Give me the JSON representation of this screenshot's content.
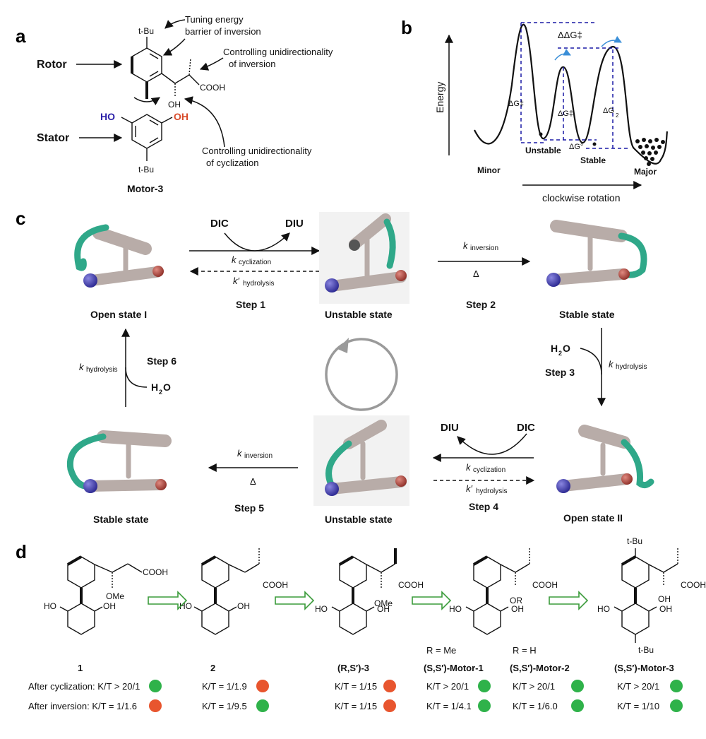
{
  "panel_a": {
    "letter": "a",
    "rotor_label": "Rotor",
    "stator_label": "Stator",
    "compound_label": "Motor-3",
    "annotation_tuning_line1": "Tuning energy",
    "annotation_tuning_line2": "barrier of inversion",
    "annotation_inversion_line1": "Controlling unidirectionality",
    "annotation_inversion_line2": "of inversion",
    "annotation_cyclization_line1": "Controlling unidirectionality",
    "annotation_cyclization_line2": "of cyclization",
    "tbu": "t-Bu",
    "cooh": "COOH",
    "oh": "OH",
    "ho": "HO",
    "ho_color": "#2a1fa8",
    "oh_color": "#d84a2a"
  },
  "panel_b": {
    "letter": "b",
    "y_axis": "Energy",
    "x_axis": "clockwise rotation",
    "minor": "Minor",
    "unstable": "Unstable",
    "stable": "Stable",
    "major": "Major",
    "ddg": "ΔΔG‡",
    "dg1": "ΔG‡",
    "dg2": "ΔG‡",
    "dg3": "ΔG",
    "dg0": "ΔG°",
    "sub2": "2",
    "dash_color": "#1a1aa6",
    "curved_arrow_color": "#3b8fd8"
  },
  "panel_c": {
    "letter": "c",
    "states": {
      "open1": "Open state I",
      "unstable_top": "Unstable state",
      "stable_top": "Stable state",
      "open2": "Open state II",
      "unstable_bottom": "Unstable state",
      "stable_bottom": "Stable state"
    },
    "steps": {
      "s1": "Step 1",
      "s2": "Step 2",
      "s3": "Step 3",
      "s4": "Step 4",
      "s5": "Step 5",
      "s6": "Step 6"
    },
    "dic": "DIC",
    "diu": "DIU",
    "k": "k",
    "k_prime": "k′",
    "cyclization": "cyclization",
    "hydrolysis": "hydrolysis",
    "inversion": "inversion",
    "delta": "Δ",
    "h2o_h": "H",
    "h2o_2": "2",
    "h2o_o": "O",
    "tether_color": "#2fa889",
    "rod_color": "#b8aca8",
    "blue_ball": "#3a37b0",
    "red_ball": "#b5423a"
  },
  "panel_d": {
    "letter": "d",
    "compounds": [
      {
        "name": "1",
        "r": "",
        "kt1": "After cyclization: K/T > 20/1",
        "kt2": "After inversion: K/T = 1/1.6",
        "dot1": "#2fb24a",
        "dot2": "#e8552e"
      },
      {
        "name": "2",
        "r": "",
        "kt1": "K/T = 1/1.9",
        "kt2": "K/T = 1/9.5",
        "dot1": "#e8552e",
        "dot2": "#2fb24a"
      },
      {
        "name": "(R,S′)-3",
        "r": "",
        "kt1": "K/T = 1/15",
        "kt2": "K/T = 1/15",
        "dot1": "#e8552e",
        "dot2": "#e8552e"
      },
      {
        "name": "(S,S′)-Motor-1",
        "r": "R = Me",
        "kt1": "K/T > 20/1",
        "kt2": "K/T = 1/4.1",
        "dot1": "#2fb24a",
        "dot2": "#2fb24a"
      },
      {
        "name": "(S,S′)-Motor-2",
        "r": "R = H",
        "kt1": "K/T > 20/1",
        "kt2": "K/T = 1/6.0",
        "dot1": "#2fb24a",
        "dot2": "#2fb24a"
      },
      {
        "name": "(S,S′)-Motor-3",
        "r": "",
        "kt1": "K/T > 20/1",
        "kt2": "K/T = 1/10",
        "dot1": "#2fb24a",
        "dot2": "#2fb24a"
      }
    ],
    "cooh": "COOH",
    "ome": "OMe",
    "or": "OR",
    "oh": "OH",
    "ho": "HO",
    "tbu": "t-Bu",
    "arrow_color": "#3a9b3a"
  }
}
